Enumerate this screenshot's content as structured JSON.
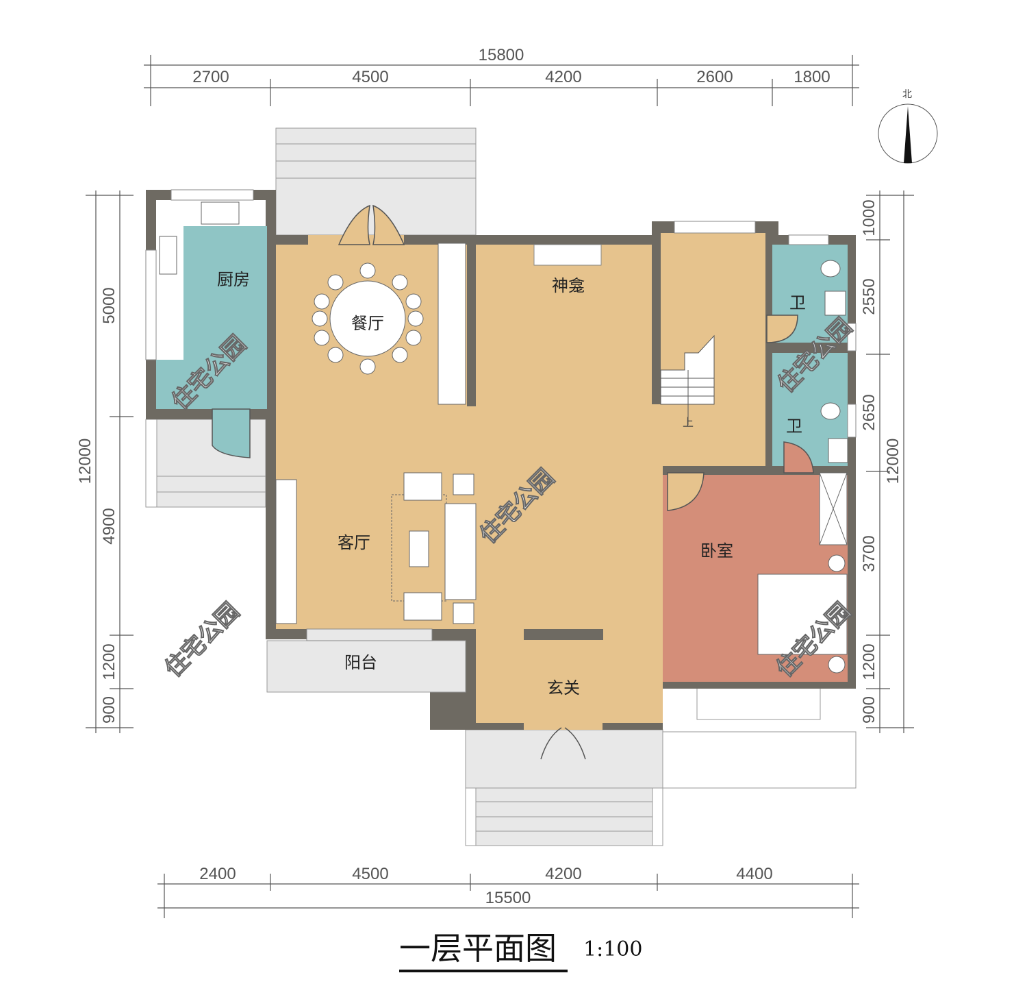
{
  "title": "一层平面图",
  "scale": "1:100",
  "north_label": "北",
  "colors": {
    "wall": "#6e6a62",
    "living": "#e6c38d",
    "wet": "#8fc5c5",
    "bedroom": "#d48e79",
    "porch": "#e8e8e8"
  },
  "dims": {
    "top_total": "15800",
    "top": [
      "2700",
      "4500",
      "4200",
      "2600",
      "1800"
    ],
    "bottom": [
      "2400",
      "4500",
      "4200",
      "4400"
    ],
    "bottom_total": "15500",
    "left": [
      "5000",
      "4900",
      "1200",
      "900"
    ],
    "left_total": "12000",
    "right": [
      "1000",
      "2550",
      "2650",
      "3700",
      "1200",
      "900"
    ],
    "right_total": "12000"
  },
  "rooms": {
    "kitchen": "厨房",
    "dining": "餐厅",
    "shrine": "神龛",
    "bath1": "卫",
    "bath2": "卫",
    "living": "客厅",
    "bedroom": "卧室",
    "balcony": "阳台",
    "foyer": "玄关",
    "stair_up": "上"
  },
  "watermark": "住宅公园"
}
